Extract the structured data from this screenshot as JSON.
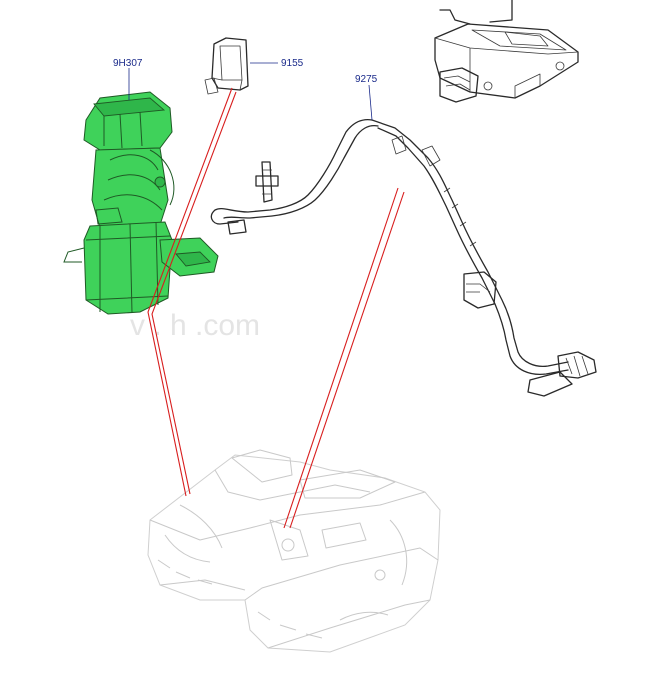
{
  "diagram": {
    "callouts": {
      "fuel_pump_module": "9H307",
      "retaining_bracket": "9155",
      "fuel_line_harness": "9275"
    },
    "colors": {
      "highlight": "#3fd25a",
      "pointer": "#d81e1e",
      "label": "#1a2a8a",
      "ghost": "#c9c9c9"
    }
  }
}
